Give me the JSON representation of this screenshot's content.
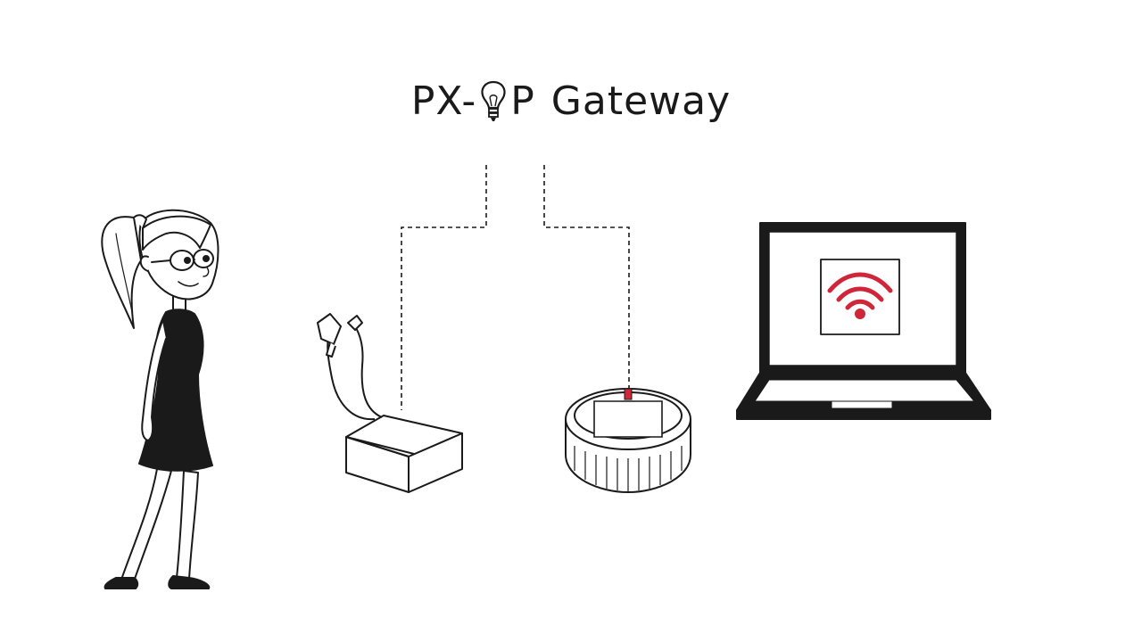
{
  "title": {
    "prefix": "PX-",
    "suffix": "P",
    "word": "Gateway"
  },
  "colors": {
    "ink": "#1a1a1a",
    "accent": "#d0263a",
    "background": "#ffffff"
  },
  "icons": {
    "title_bulb": "lightbulb-icon",
    "laptop_screen": "wifi-icon"
  }
}
